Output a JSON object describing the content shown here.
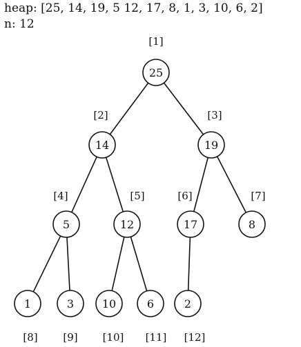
{
  "header": {
    "heap_label": "heap: [25, 14, 19, 5 12, 17, 8, 1, 3, 10, 6, 2]",
    "n_label": "n: 12"
  },
  "tree": {
    "nodes": [
      {
        "index": "[1]",
        "value": "25"
      },
      {
        "index": "[2]",
        "value": "14"
      },
      {
        "index": "[3]",
        "value": "19"
      },
      {
        "index": "[4]",
        "value": "5"
      },
      {
        "index": "[5]",
        "value": "12"
      },
      {
        "index": "[6]",
        "value": "17"
      },
      {
        "index": "[7]",
        "value": "8"
      },
      {
        "index": "[8]",
        "value": "1"
      },
      {
        "index": "[9]",
        "value": "3"
      },
      {
        "index": "[10]",
        "value": "10"
      },
      {
        "index": "[11]",
        "value": "6"
      },
      {
        "index": "[12]",
        "value": "2"
      }
    ]
  }
}
